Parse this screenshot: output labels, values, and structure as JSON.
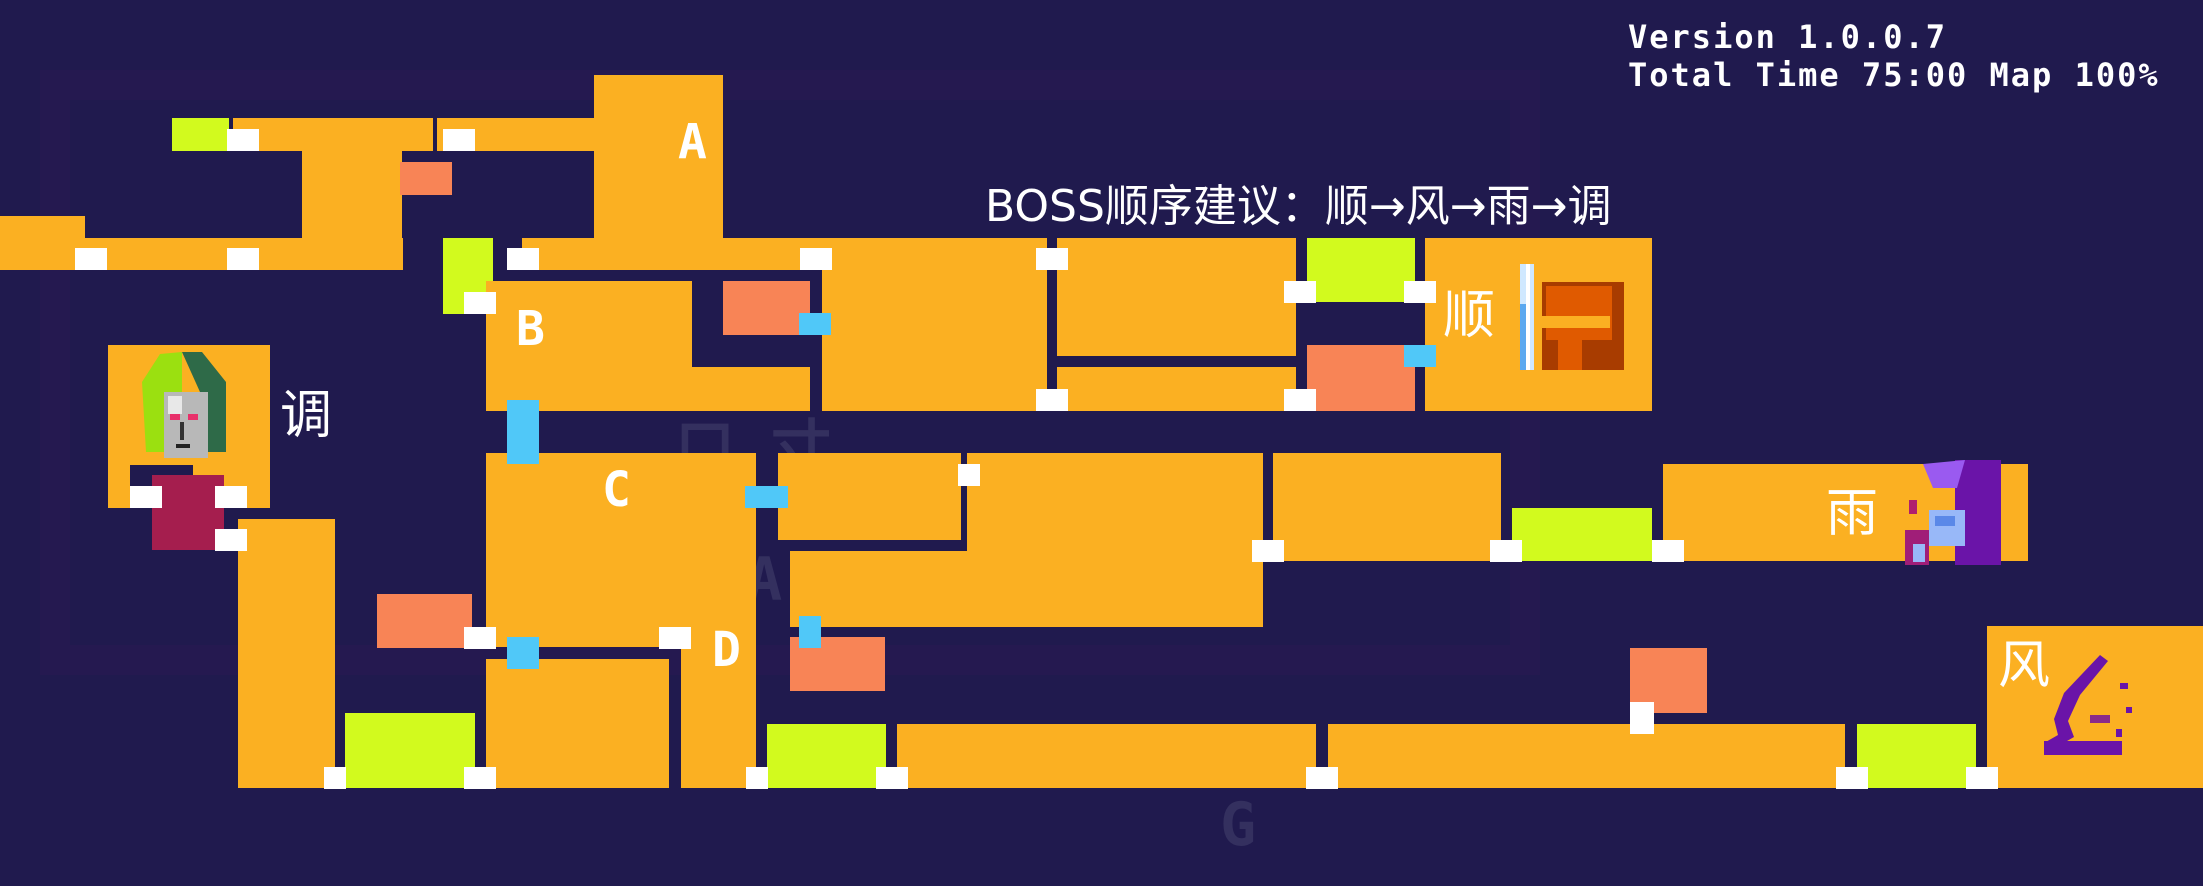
{
  "hud": {
    "version_label": "Version 1.0.0.7",
    "stats_label": "Total Time 75:00 Map 100%"
  },
  "tip": "BOSS顺序建议：顺→风→雨→调",
  "area_labels": [
    "A",
    "B",
    "C",
    "D"
  ],
  "bosses": [
    {
      "name": "顺",
      "icon": "treasure-chest-boss-icon"
    },
    {
      "name": "风",
      "icon": "wind-boss-icon"
    },
    {
      "name": "雨",
      "icon": "rain-boss-icon"
    },
    {
      "name": "调",
      "icon": "green-hair-boss-icon"
    }
  ],
  "legend_colors": {
    "room": "#fbb022",
    "save_room": "#d2fa1e",
    "item_room": "#f88456",
    "door": "#ffffff",
    "warp_door": "#50c8f8",
    "boss_gate": "#a51e4e",
    "background": "#201a4e"
  },
  "faint_text": [
    "口 寸",
    "SA",
    "G"
  ]
}
